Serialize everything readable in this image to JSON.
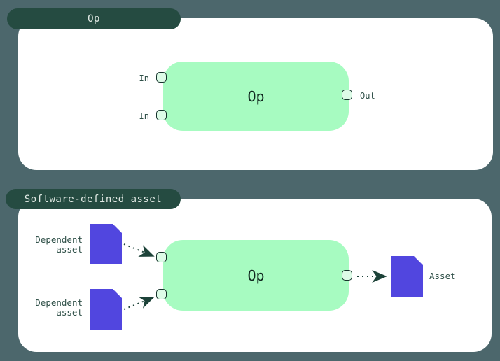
{
  "colors": {
    "background": "#4C676C",
    "tab-bg": "#254B41",
    "tab-text": "#E2EAE5",
    "panel-bg": "#FFFFFF",
    "node-bg": "#A7FBC1",
    "node-text": "#0F261E",
    "handle-bg": "#DDFBE7",
    "handle-border": "#16342C",
    "label-text": "#2F5048",
    "asset-color": "#5146DF",
    "arrow-color": "#1D4339"
  },
  "op_panel": {
    "tab_label": "Op",
    "node_label": "Op",
    "input_labels": [
      "In",
      "In"
    ],
    "output_label": "Out"
  },
  "sda_panel": {
    "tab_label": "Software-defined asset",
    "node_label": "Op",
    "dependent_assets": [
      {
        "line1": "Dependent",
        "line2": "asset"
      },
      {
        "line1": "Dependent",
        "line2": "asset"
      }
    ],
    "output_asset_label": "Asset"
  }
}
